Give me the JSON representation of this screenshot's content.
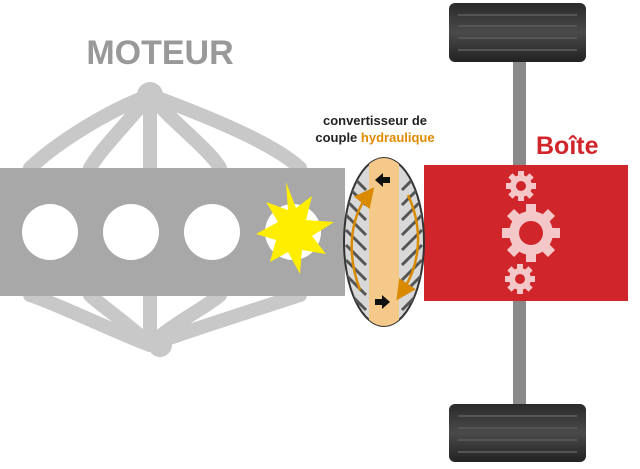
{
  "engine": {
    "title": "MOTEUR"
  },
  "converter": {
    "label_line1": "convertisseur de",
    "label_line2_prefix": "couple",
    "label_line2_accent": "hydraulique"
  },
  "gearbox": {
    "title": "Boîte"
  },
  "colors": {
    "engine_block": "#a8a8a8",
    "engine_frame": "#c8c8c8",
    "explosion": "#ffee00",
    "fluid": "#f5c98a",
    "fluid_arrow": "#d98a00",
    "gearbox": "#d0262b",
    "gear": "#f4c7c8",
    "shaft": "#8a8a8a",
    "tyre": "#333333"
  },
  "icons": {
    "explosion": "explosion-icon",
    "gear": "gear-icon",
    "arrow": "arrow-icon"
  }
}
